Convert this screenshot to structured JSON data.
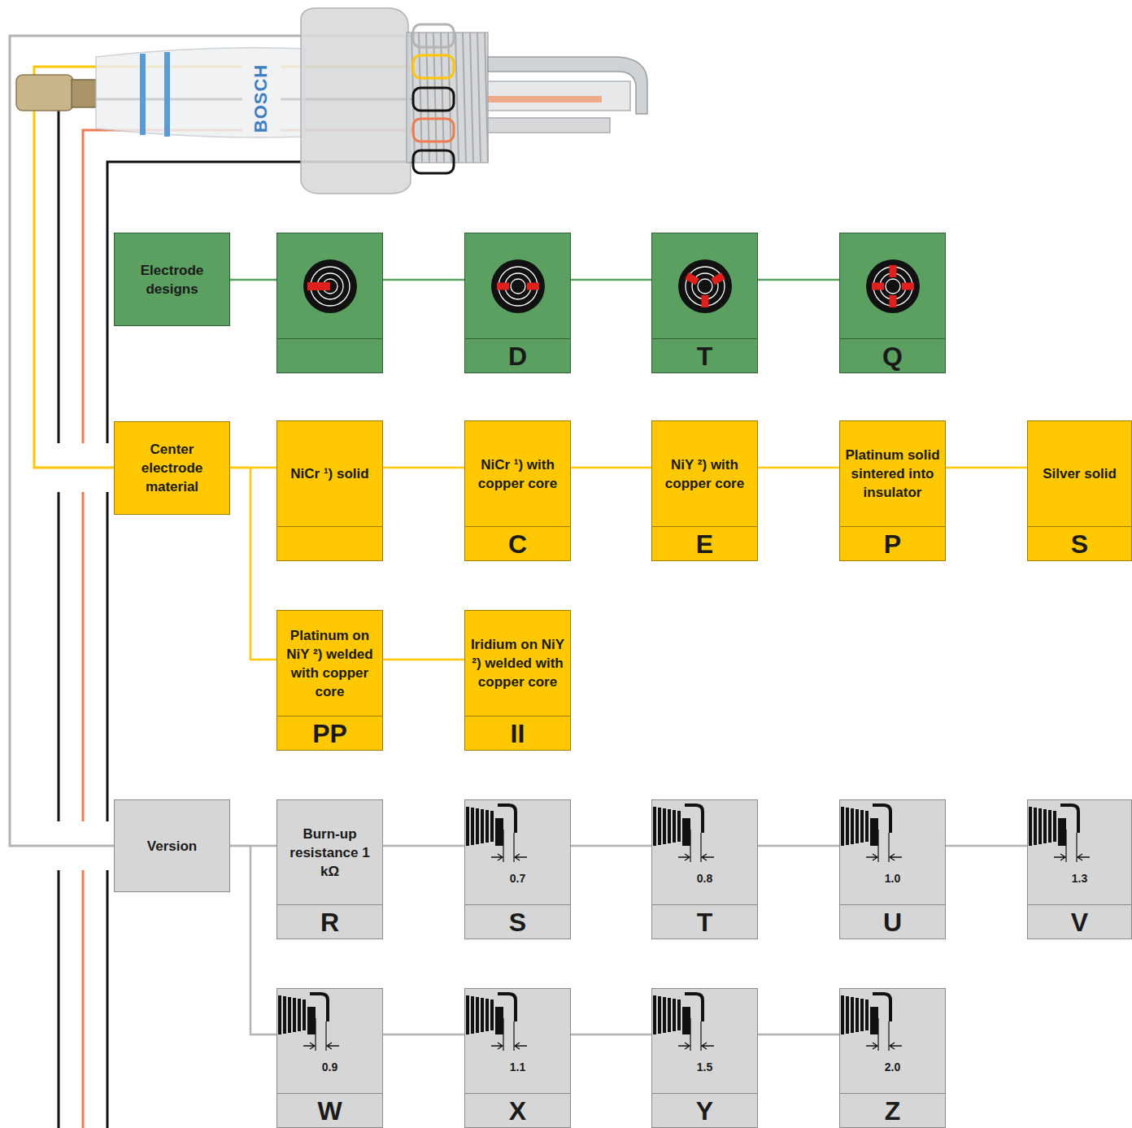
{
  "diagram": {
    "nodes": [
      {
        "text": [
          "Electrode designs"
        ]
      },
      {
        "text": []
      },
      {
        "text": [
          "D"
        ]
      },
      {
        "text": [
          "T"
        ]
      },
      {
        "text": [
          "Q"
        ]
      },
      {
        "text": [
          "Center electrode material"
        ]
      },
      {
        "text": [
          "NiCr ¹) solid"
        ]
      },
      {
        "text": [
          "NiCr ¹) with copper core",
          "C"
        ]
      },
      {
        "text": [
          "NiY ²) with copper core",
          "E"
        ]
      },
      {
        "text": [
          "Platinum solid sintered into insulator",
          "P"
        ]
      },
      {
        "text": [
          "Silver solid",
          "S"
        ]
      },
      {
        "text": [
          "Platinum on NiY ²) welded with copper core",
          "PP"
        ]
      },
      {
        "text": [
          "Iridium on NiY ²) welded with copper core",
          "II"
        ]
      },
      {
        "text": [
          "Version"
        ]
      },
      {
        "text": [
          "Burn-up resistance 1 kΩ",
          "R"
        ]
      },
      {
        "text": [
          "0.7",
          "S"
        ]
      },
      {
        "text": [
          "0.8",
          "T"
        ]
      },
      {
        "text": [
          "1.0",
          "U"
        ]
      },
      {
        "text": [
          "1.3",
          "V"
        ]
      },
      {
        "text": [
          "0.9",
          "W"
        ]
      },
      {
        "text": [
          "1.1",
          "X"
        ]
      },
      {
        "text": [
          "1.5",
          "Y"
        ]
      },
      {
        "text": [
          "2.0",
          "Z"
        ]
      }
    ],
    "edges": [
      {
        "from": 0,
        "to": 1,
        "arrow": "none"
      },
      {
        "from": 1,
        "to": 2,
        "arrow": "none"
      },
      {
        "from": 2,
        "to": 3,
        "arrow": "none"
      },
      {
        "from": 3,
        "to": 4,
        "arrow": "none"
      },
      {
        "from": 5,
        "to": 6,
        "arrow": "none"
      },
      {
        "from": 6,
        "to": 7,
        "arrow": "none"
      },
      {
        "from": 7,
        "to": 8,
        "arrow": "none"
      },
      {
        "from": 8,
        "to": 9,
        "arrow": "none"
      },
      {
        "from": 9,
        "to": 10,
        "arrow": "none"
      },
      {
        "from": 5,
        "to": 11,
        "arrow": "none"
      },
      {
        "from": 11,
        "to": 12,
        "arrow": "none"
      },
      {
        "from": 13,
        "to": 14,
        "arrow": "none"
      },
      {
        "from": 14,
        "to": 15,
        "arrow": "none"
      },
      {
        "from": 15,
        "to": 16,
        "arrow": "none"
      },
      {
        "from": 16,
        "to": 17,
        "arrow": "none"
      },
      {
        "from": 17,
        "to": 18,
        "arrow": "none"
      },
      {
        "from": 13,
        "to": 19,
        "arrow": "none"
      },
      {
        "from": 19,
        "to": 20,
        "arrow": "none"
      },
      {
        "from": 20,
        "to": 21,
        "arrow": "none"
      },
      {
        "from": 21,
        "to": 22,
        "arrow": "none"
      }
    ],
    "labels": [
      "BOSCH"
    ]
  }
}
